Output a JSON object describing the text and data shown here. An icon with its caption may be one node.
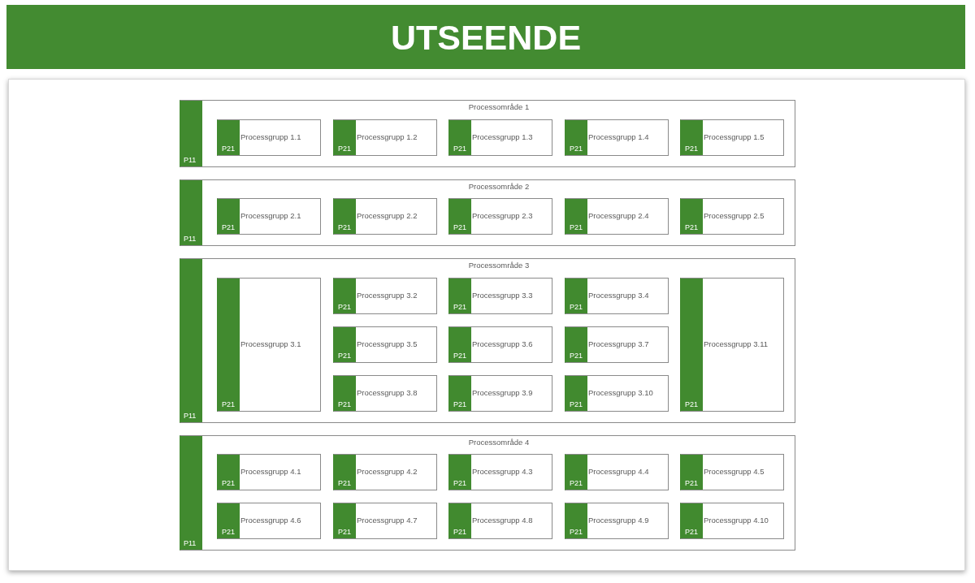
{
  "diagram": {
    "title": "UTSEENDE",
    "nodes": [
      {
        "text": [
          "Processområde 1",
          "P11"
        ]
      },
      {
        "text": [
          "Processgrupp 1.1",
          "P21"
        ],
        "in": 0
      },
      {
        "text": [
          "Processgrupp 1.2",
          "P21"
        ],
        "in": 0
      },
      {
        "text": [
          "Processgrupp 1.3",
          "P21"
        ],
        "in": 0
      },
      {
        "text": [
          "Processgrupp 1.4",
          "P21"
        ],
        "in": 0
      },
      {
        "text": [
          "Processgrupp 1.5",
          "P21"
        ],
        "in": 0
      },
      {
        "text": [
          "Processområde 2",
          "P11"
        ]
      },
      {
        "text": [
          "Processgrupp 2.1",
          "P21"
        ],
        "in": 6
      },
      {
        "text": [
          "Processgrupp 2.2",
          "P21"
        ],
        "in": 6
      },
      {
        "text": [
          "Processgrupp 2.3",
          "P21"
        ],
        "in": 6
      },
      {
        "text": [
          "Processgrupp 2.4",
          "P21"
        ],
        "in": 6
      },
      {
        "text": [
          "Processgrupp 2.5",
          "P21"
        ],
        "in": 6
      },
      {
        "text": [
          "Processområde 3",
          "P11"
        ]
      },
      {
        "text": [
          "Processgrupp 3.1",
          "P21"
        ],
        "in": 12
      },
      {
        "text": [
          "Processgrupp 3.2",
          "P21"
        ],
        "in": 12
      },
      {
        "text": [
          "Processgrupp 3.3",
          "P21"
        ],
        "in": 12
      },
      {
        "text": [
          "Processgrupp 3.4",
          "P21"
        ],
        "in": 12
      },
      {
        "text": [
          "Processgrupp 3.5",
          "P21"
        ],
        "in": 12
      },
      {
        "text": [
          "Processgrupp 3.6",
          "P21"
        ],
        "in": 12
      },
      {
        "text": [
          "Processgrupp 3.7",
          "P21"
        ],
        "in": 12
      },
      {
        "text": [
          "Processgrupp 3.8",
          "P21"
        ],
        "in": 12
      },
      {
        "text": [
          "Processgrupp 3.9",
          "P21"
        ],
        "in": 12
      },
      {
        "text": [
          "Processgrupp 3.10",
          "P21"
        ],
        "in": 12
      },
      {
        "text": [
          "Processgrupp 3.11",
          "P21"
        ],
        "in": 12
      },
      {
        "text": [
          "Processområde 4",
          "P11"
        ]
      },
      {
        "text": [
          "Processgrupp 4.1",
          "P21"
        ],
        "in": 24
      },
      {
        "text": [
          "Processgrupp 4.2",
          "P21"
        ],
        "in": 24
      },
      {
        "text": [
          "Processgrupp 4.3",
          "P21"
        ],
        "in": 24
      },
      {
        "text": [
          "Processgrupp 4.4",
          "P21"
        ],
        "in": 24
      },
      {
        "text": [
          "Processgrupp 4.5",
          "P21"
        ],
        "in": 24
      },
      {
        "text": [
          "Processgrupp 4.6",
          "P21"
        ],
        "in": 24
      },
      {
        "text": [
          "Processgrupp 4.7",
          "P21"
        ],
        "in": 24
      },
      {
        "text": [
          "Processgrupp 4.8",
          "P21"
        ],
        "in": 24
      },
      {
        "text": [
          "Processgrupp 4.9",
          "P21"
        ],
        "in": 24
      },
      {
        "text": [
          "Processgrupp 4.10",
          "P21"
        ],
        "in": 24
      }
    ]
  }
}
